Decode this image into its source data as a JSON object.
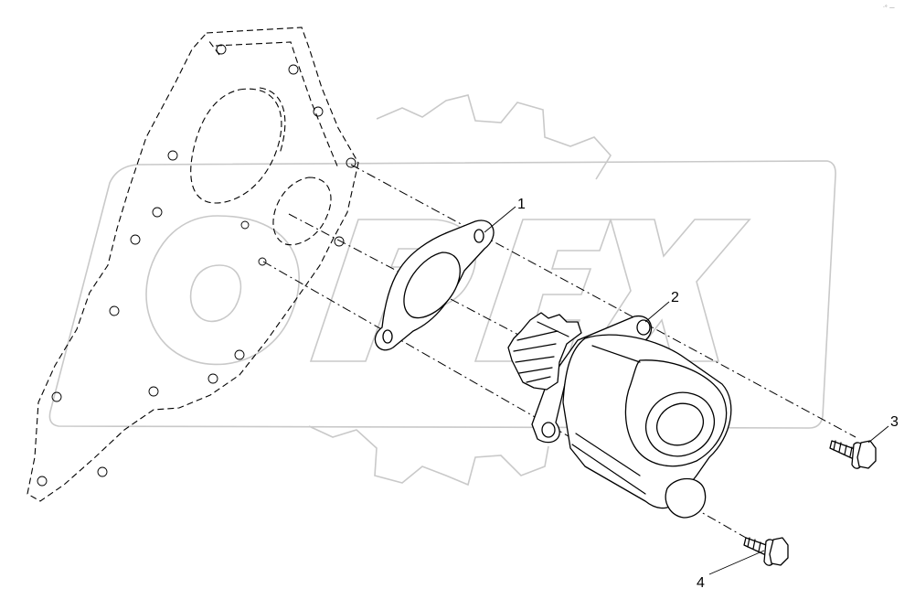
{
  "watermark": {
    "text": "OPEX",
    "color": "#c9c9c9"
  },
  "corner_mark": "·° —",
  "callouts": [
    {
      "id": "1",
      "label": "1"
    },
    {
      "id": "2",
      "label": "2"
    },
    {
      "id": "3",
      "label": "3"
    },
    {
      "id": "4",
      "label": "4"
    }
  ],
  "colors": {
    "line": "#000000",
    "background": "#ffffff",
    "watermark": "#c9c9c9"
  }
}
